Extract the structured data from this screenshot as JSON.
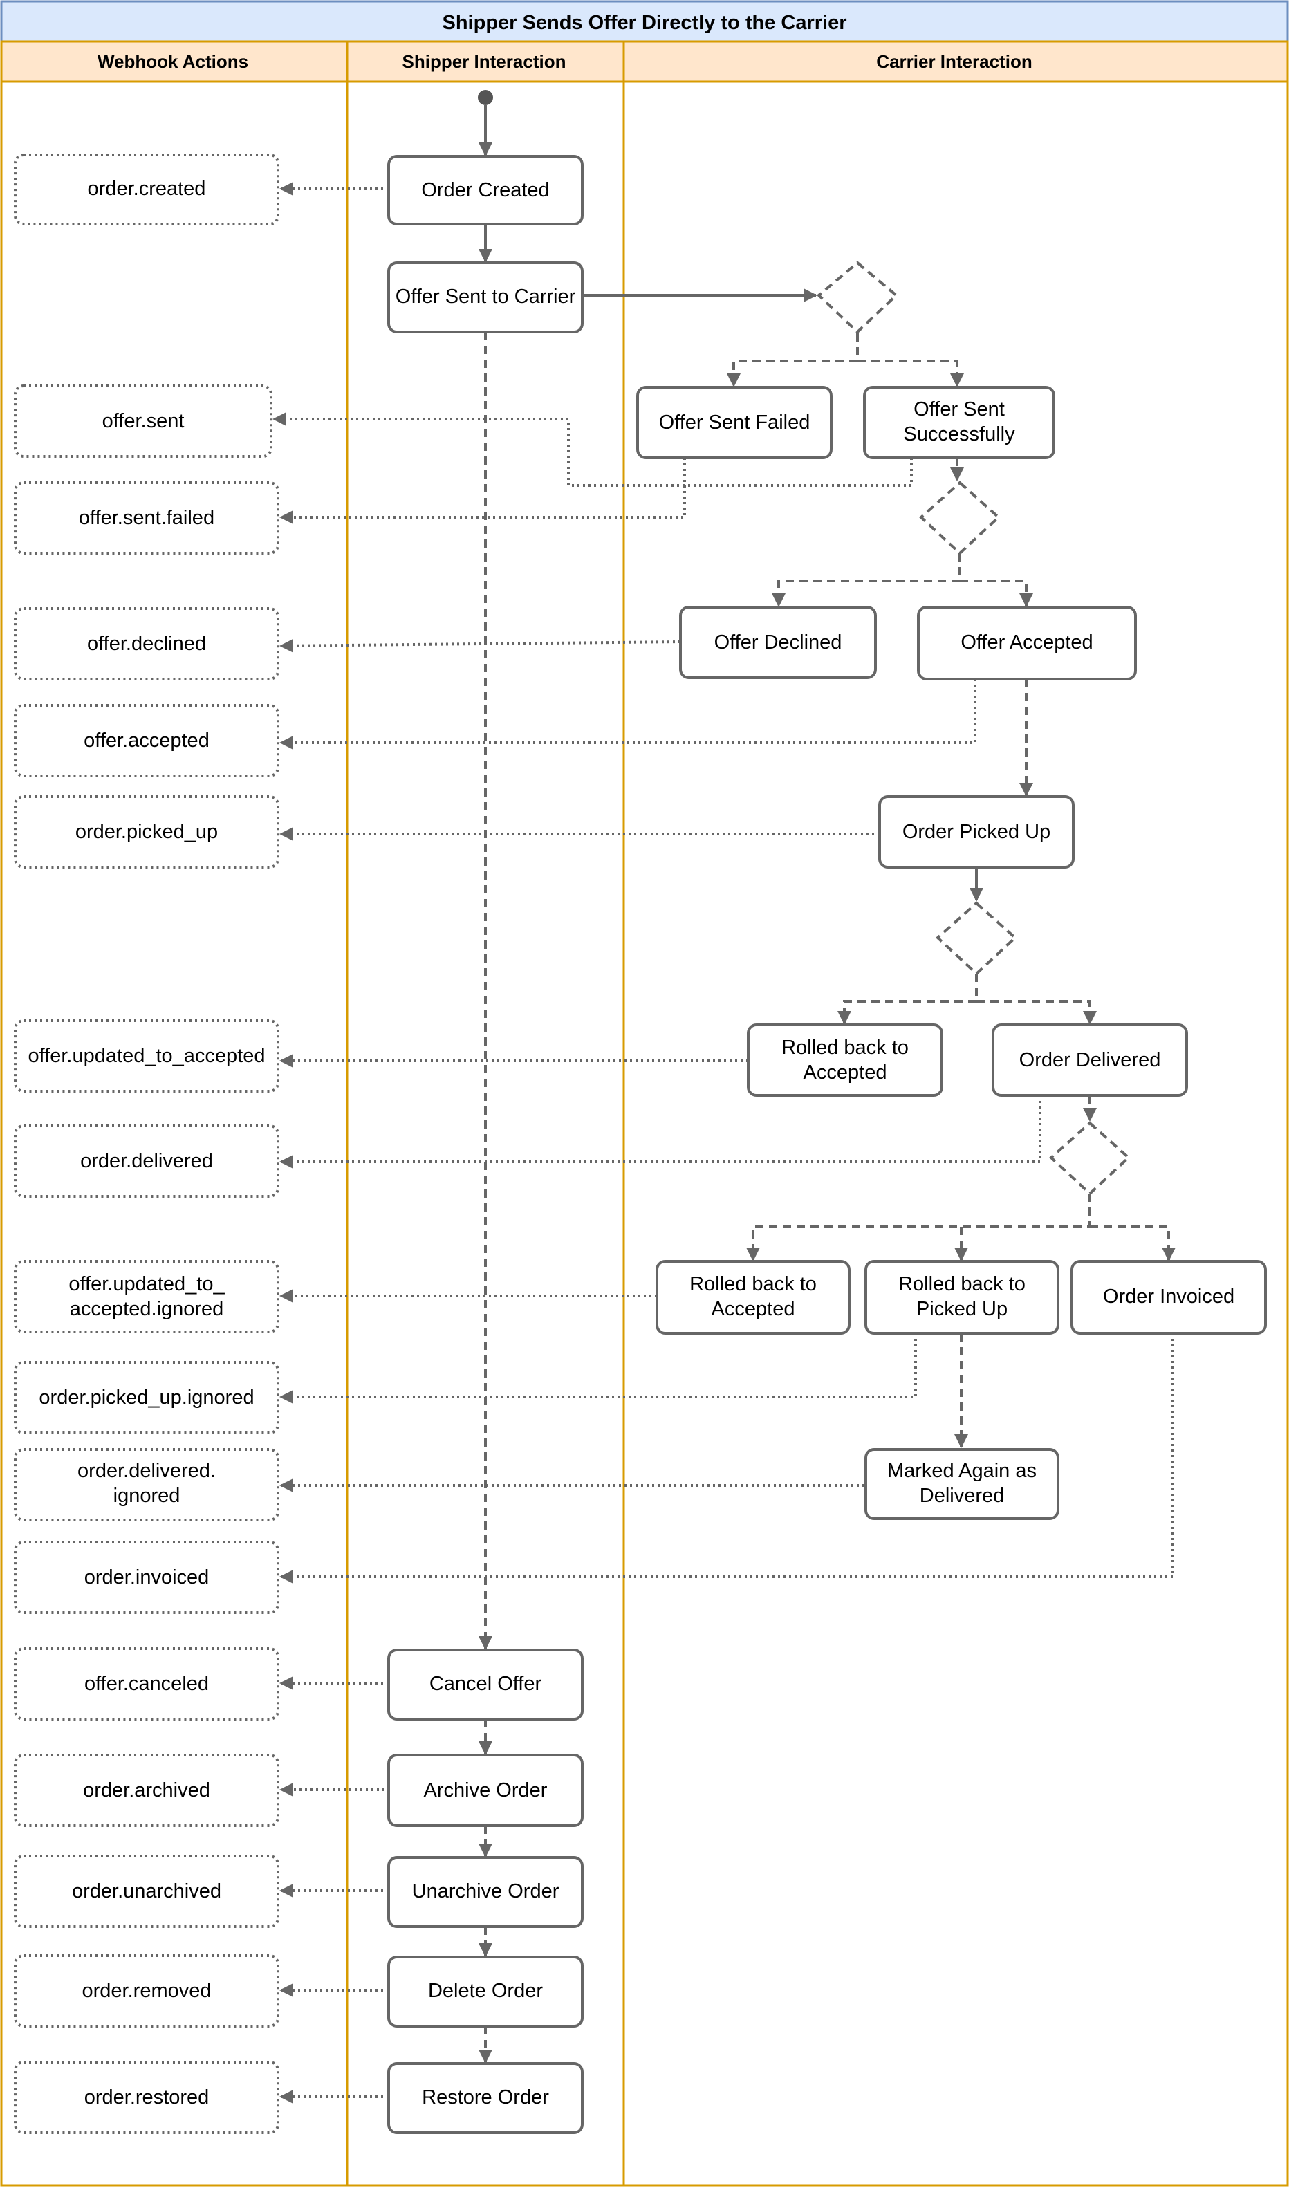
{
  "title": "Shipper Sends Offer Directly to the Carrier",
  "lanes": {
    "webhook": "Webhook Actions",
    "shipper": "Shipper Interaction",
    "carrier": "Carrier Interaction"
  },
  "colors": {
    "title_fill": "#dae8fc",
    "title_stroke": "#6c8ebf",
    "header_fill": "#ffe6cc",
    "lane_stroke": "#d79b00",
    "node_stroke": "#666666",
    "edge": "#666666"
  },
  "nodes": {
    "order_created": "Order Created",
    "offer_sent_to_carrier": "Offer Sent to Carrier",
    "offer_sent_failed": "Offer Sent Failed",
    "offer_sent_successfully": [
      "Offer Sent",
      "Successfully"
    ],
    "offer_declined": "Offer Declined",
    "offer_accepted": "Offer Accepted",
    "order_picked_up": "Order Picked Up",
    "rolled_back_accepted_1": [
      "Rolled back to",
      "Accepted"
    ],
    "order_delivered": "Order Delivered",
    "rolled_back_accepted_2": [
      "Rolled back to",
      "Accepted"
    ],
    "rolled_back_picked_up": [
      "Rolled back to",
      "Picked Up"
    ],
    "order_invoiced": "Order Invoiced",
    "marked_again_delivered": [
      "Marked Again as",
      "Delivered"
    ],
    "cancel_offer": "Cancel Offer",
    "archive_order": "Archive Order",
    "unarchive_order": "Unarchive Order",
    "delete_order": "Delete Order",
    "restore_order": "Restore Order"
  },
  "webhooks": {
    "order_created": "order.created",
    "offer_sent": "offer.sent",
    "offer_sent_failed": "offer.sent.failed",
    "offer_declined": "offer.declined",
    "offer_accepted": "offer.accepted",
    "order_picked_up": "order.picked_up",
    "offer_updated_to_accepted": "offer.updated_to_accepted",
    "order_delivered": "order.delivered",
    "offer_updated_to_accepted_ignored": [
      "offer.updated_to_",
      "accepted.ignored"
    ],
    "order_picked_up_ignored": "order.picked_up.ignored",
    "order_delivered_ignored": [
      "order.delivered.",
      "ignored"
    ],
    "order_invoiced": "order.invoiced",
    "offer_canceled": "offer.canceled",
    "order_archived": "order.archived",
    "order_unarchived": "order.unarchived",
    "order_removed": "order.removed",
    "order_restored": "order.restored"
  }
}
